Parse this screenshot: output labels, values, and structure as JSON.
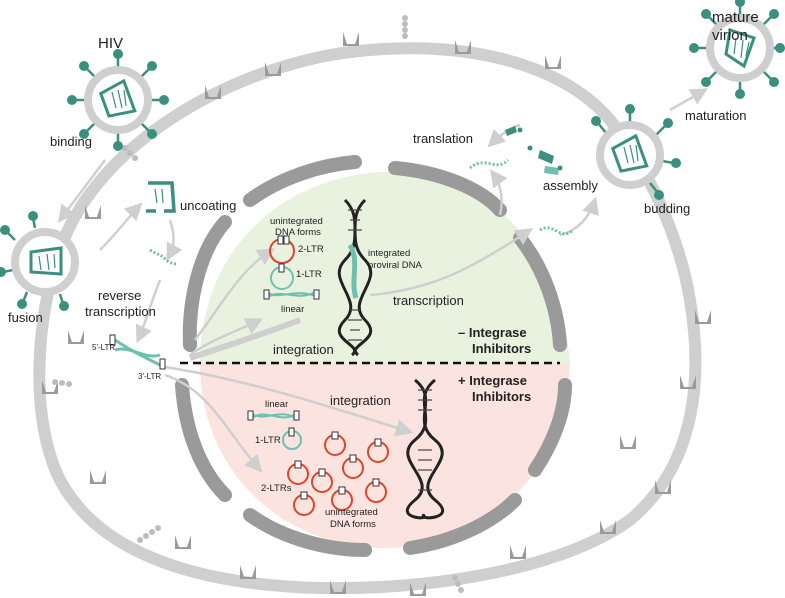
{
  "labels": {
    "hiv": "HIV",
    "mature_virion_line1": "mature",
    "mature_virion_line2": "virion",
    "binding": "binding",
    "fusion": "fusion",
    "uncoating": "uncoating",
    "reverse_transcription_line1": "reverse",
    "reverse_transcription_line2": "transcription",
    "ltr5": "5'-LTR",
    "ltr3": "3'-LTR",
    "translation": "translation",
    "assembly": "assembly",
    "budding": "budding",
    "maturation": "maturation",
    "transcription": "transcription",
    "integrated_line1": "integrated",
    "integrated_line2": "proviral DNA",
    "integration_top": "integration",
    "integration_bottom": "integration",
    "unintegrated_top_line1": "unintegrated",
    "unintegrated_top_line2": "DNA forms",
    "unintegrated_bottom_line1": "unintegrated",
    "unintegrated_bottom_line2": "DNA forms",
    "ltr2_top": "2-LTR",
    "ltr1_top": "1-LTR",
    "linear_top": "linear",
    "linear_bottom": "linear",
    "ltr1_bottom": "1-LTR",
    "ltr2s_bottom": "2-LTRs",
    "minus_integrase_line1": "– Integrase",
    "minus_integrase_line2": "Inhibitors",
    "plus_integrase_line1": "+ Integrase",
    "plus_integrase_line2": "Inhibitors"
  },
  "colors": {
    "membrane": "#cfcfcf",
    "teal": "#3a8f7e",
    "teal_light": "#6fc0b0",
    "red": "#d9472b",
    "green_bg": "#e9f2df",
    "red_bg": "#fbe3df",
    "nuclear_envelope": "#9a9a9a",
    "dna_dark": "#222222"
  }
}
